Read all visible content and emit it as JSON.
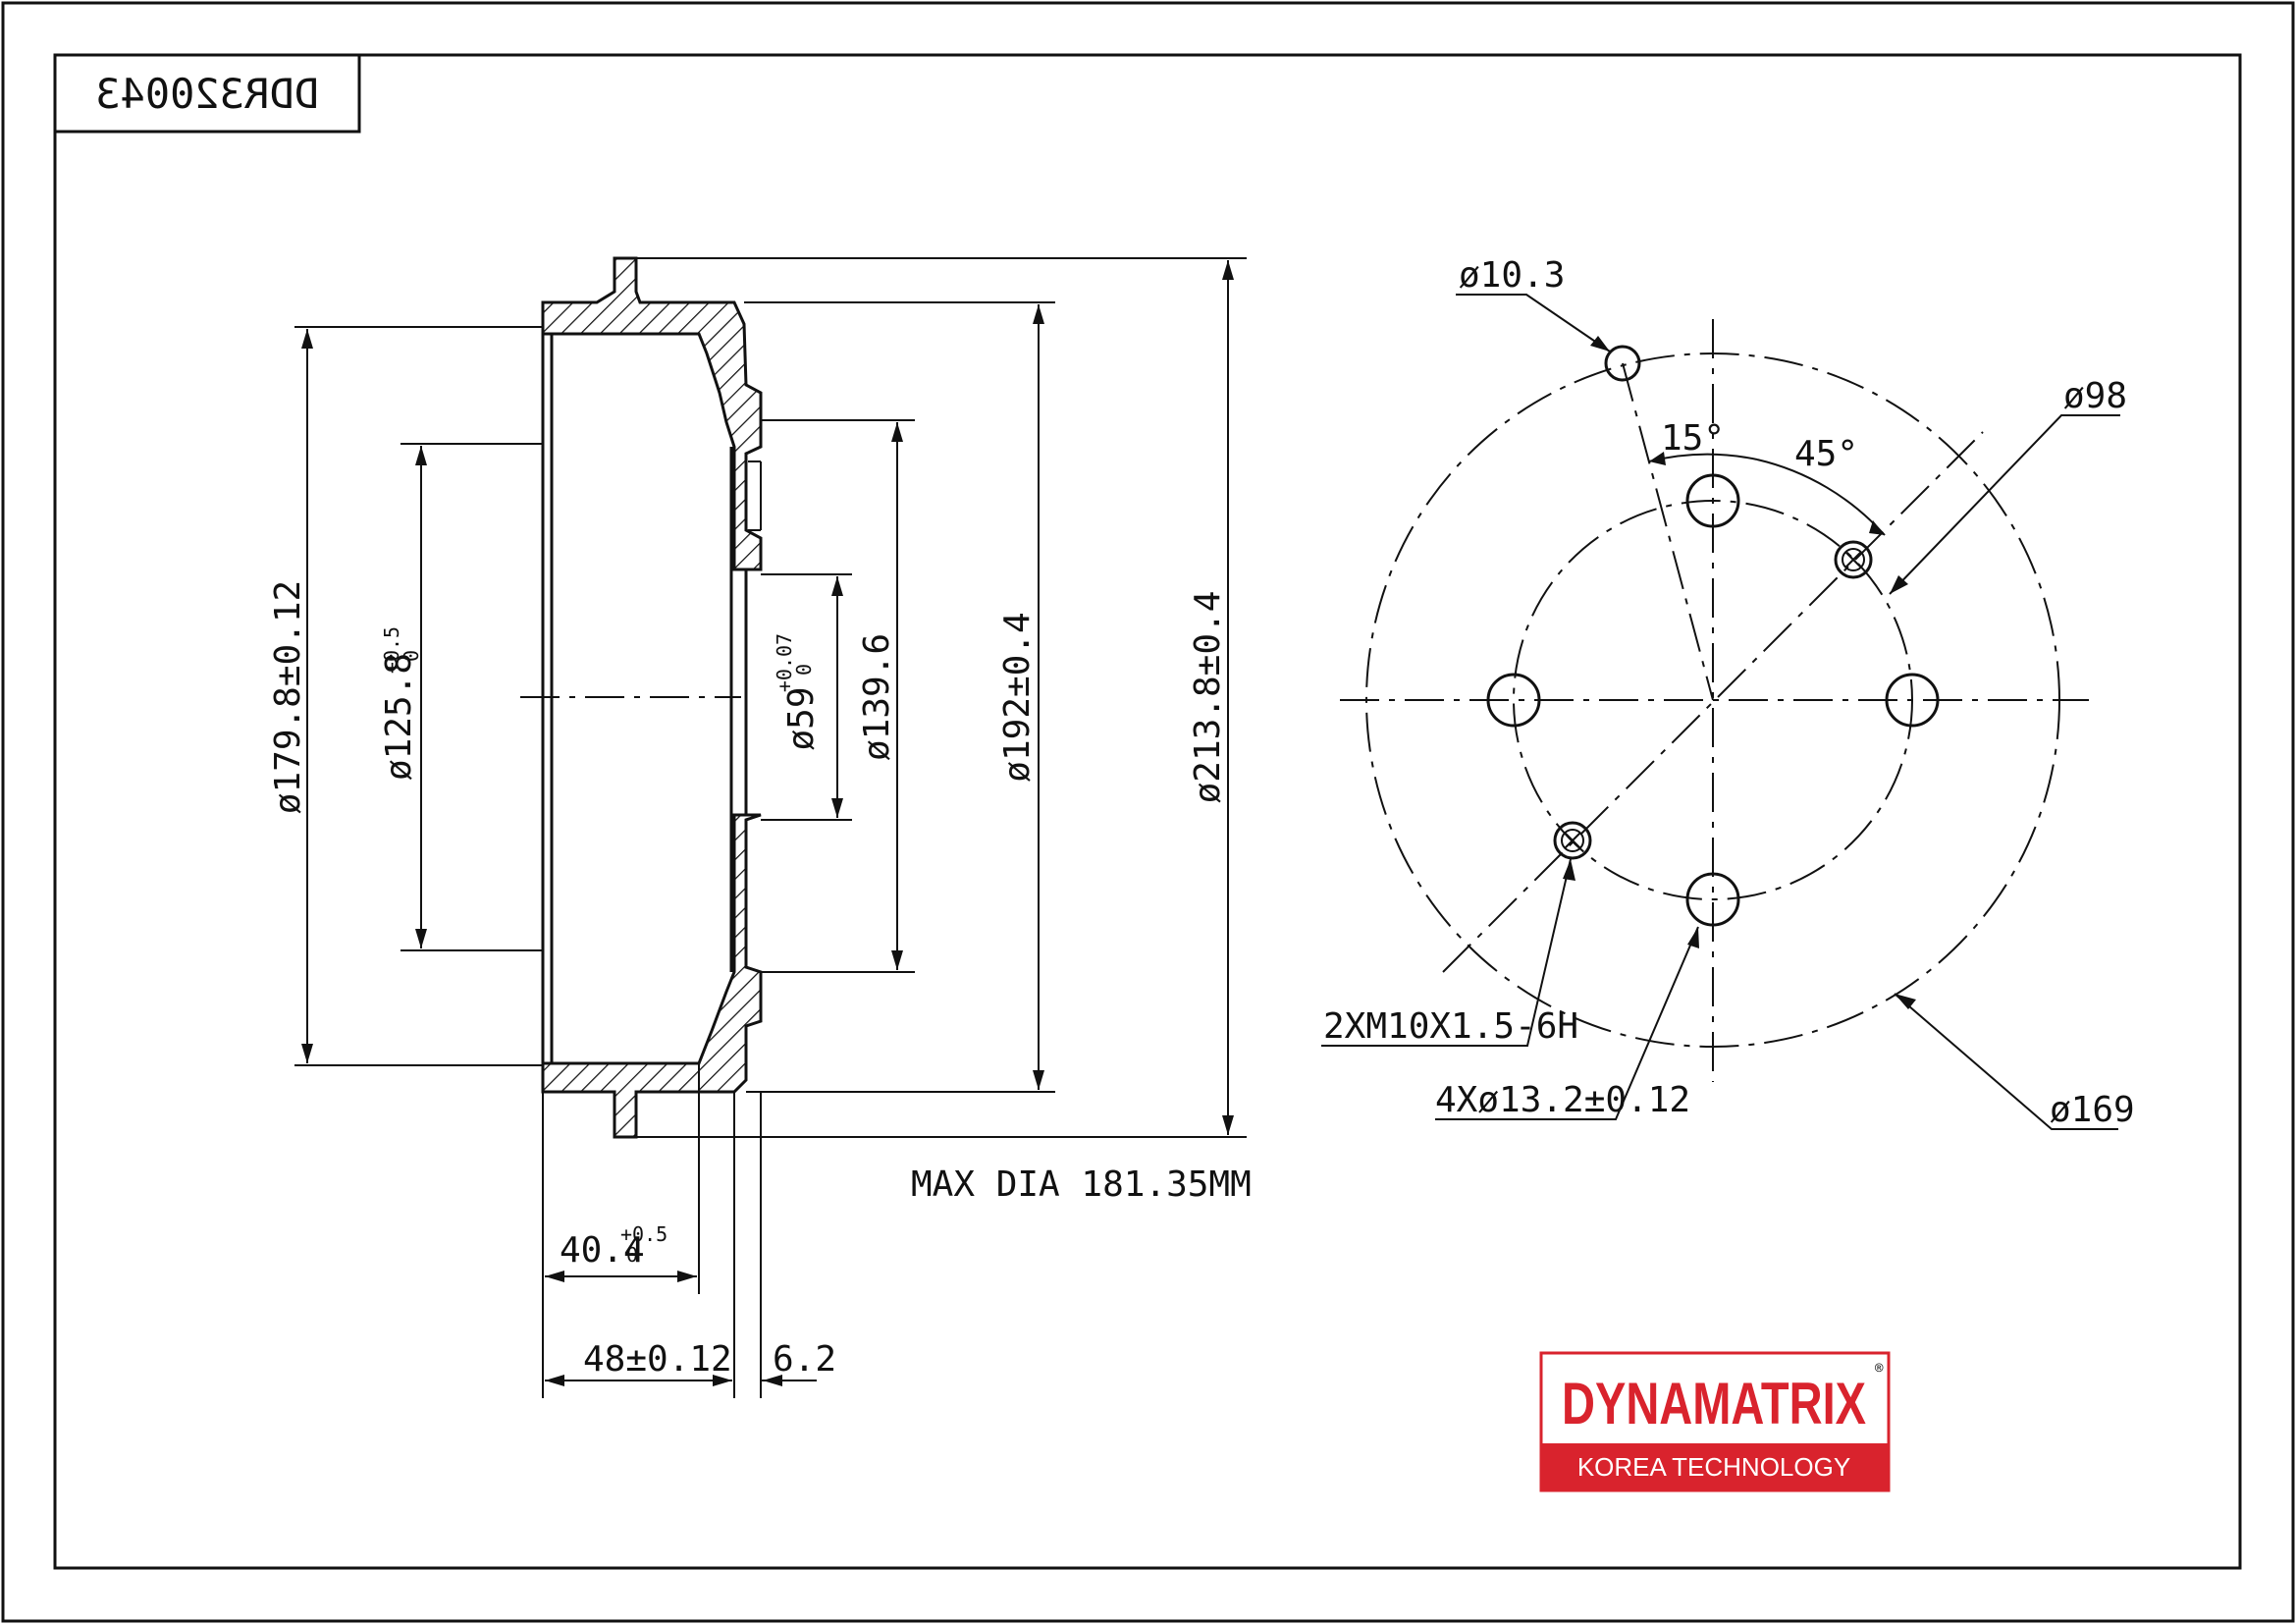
{
  "part_number": "DDR320043",
  "colors": {
    "line": "#111111",
    "brand_red": "#d9232d",
    "background": "#ffffff"
  },
  "side_view": {
    "dim_outer_dia": "ø213.8±0.4",
    "dim_192": "ø192±0.4",
    "dim_179": "ø179.8±0.12",
    "dim_125": "ø125.8",
    "dim_125_tol": "+0.5",
    "dim_125_tol_low": "0",
    "dim_139": "ø139.6",
    "dim_59": "ø59",
    "dim_59_tol": "+0.07",
    "dim_59_tol_low": "0",
    "dim_40": "40.4",
    "dim_40_tol": "+0.5",
    "dim_40_tol_low": "0",
    "dim_48": "48±0.12",
    "dim_6": "6.2",
    "max_dia": "MAX DIA 181.35MM"
  },
  "front_view": {
    "dim_hole_small": "ø10.3",
    "angle_15": "15°",
    "angle_45": "45°",
    "dim_pcd": "ø98",
    "dim_thread": "2XM10X1.5-6H",
    "dim_holes": "4Xø13.2±0.12",
    "dim_outer": "ø169"
  },
  "logo": {
    "brand": "DYNAMATRIX",
    "registered": "®",
    "tagline": "KOREA TECHNOLOGY"
  }
}
